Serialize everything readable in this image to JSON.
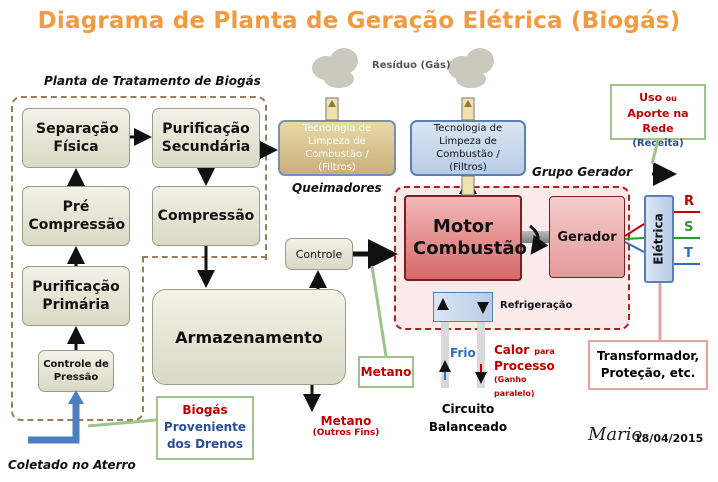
{
  "title": "Diagrama de Planta de Geração Elétrica (Biogás)",
  "treatment_plant": {
    "label": "Planta de Tratamento de Biogás",
    "separacao": "Separação Física",
    "purificacao_sec": "Purificação Secundária",
    "pre_compressao": "Pré Compressão",
    "compressao": "Compressão",
    "purificacao_prim": "Purificação Primária",
    "controle_pressao": "Controle de Pressão"
  },
  "armazenamento": "Armazenamento",
  "controle": "Controle",
  "residuo": "Resíduo (Gás)",
  "queimadores": {
    "tech_text": "Tecnologia de Limpeza de Combustão / (Filtros)",
    "label": "Queimadores"
  },
  "engine_filter": "Tecnologia de Limpeza de Combustão / (Filtros)",
  "grupo_gerador": {
    "label": "Grupo Gerador",
    "motor": "Motor Combustão",
    "gerador": "Gerador",
    "refrigeracao": "Refrigeração"
  },
  "eletrica": {
    "label": "Elétrica",
    "r": "R",
    "s": "S",
    "t": "T"
  },
  "uso": {
    "line1": "Uso",
    "ou": "ou",
    "line2": "Aporte na Rede",
    "line3": "(Receita)"
  },
  "transformador": "Transformador, Proteção, etc.",
  "metano_callout": "Metano",
  "metano_outros": {
    "line1": "Metano",
    "line2": "(Outros Fins)"
  },
  "biogas": {
    "line1": "Biogás",
    "line2": "Proveniente",
    "line3": "dos Drenos"
  },
  "coletado": "Coletado no Aterro",
  "frio": "Frio",
  "calor": {
    "line1": "Calor",
    "para": "para",
    "line2": "Processo",
    "line3": "(Ganho paralelo)"
  },
  "circuito": "Circuito Balanceado",
  "signature": "Mario",
  "date": "18/04/2015",
  "colors": {
    "title": "#f29a3f",
    "accent_red": "#c00000",
    "green_border": "#9dc48b",
    "pink_border": "#e3a3a3"
  }
}
